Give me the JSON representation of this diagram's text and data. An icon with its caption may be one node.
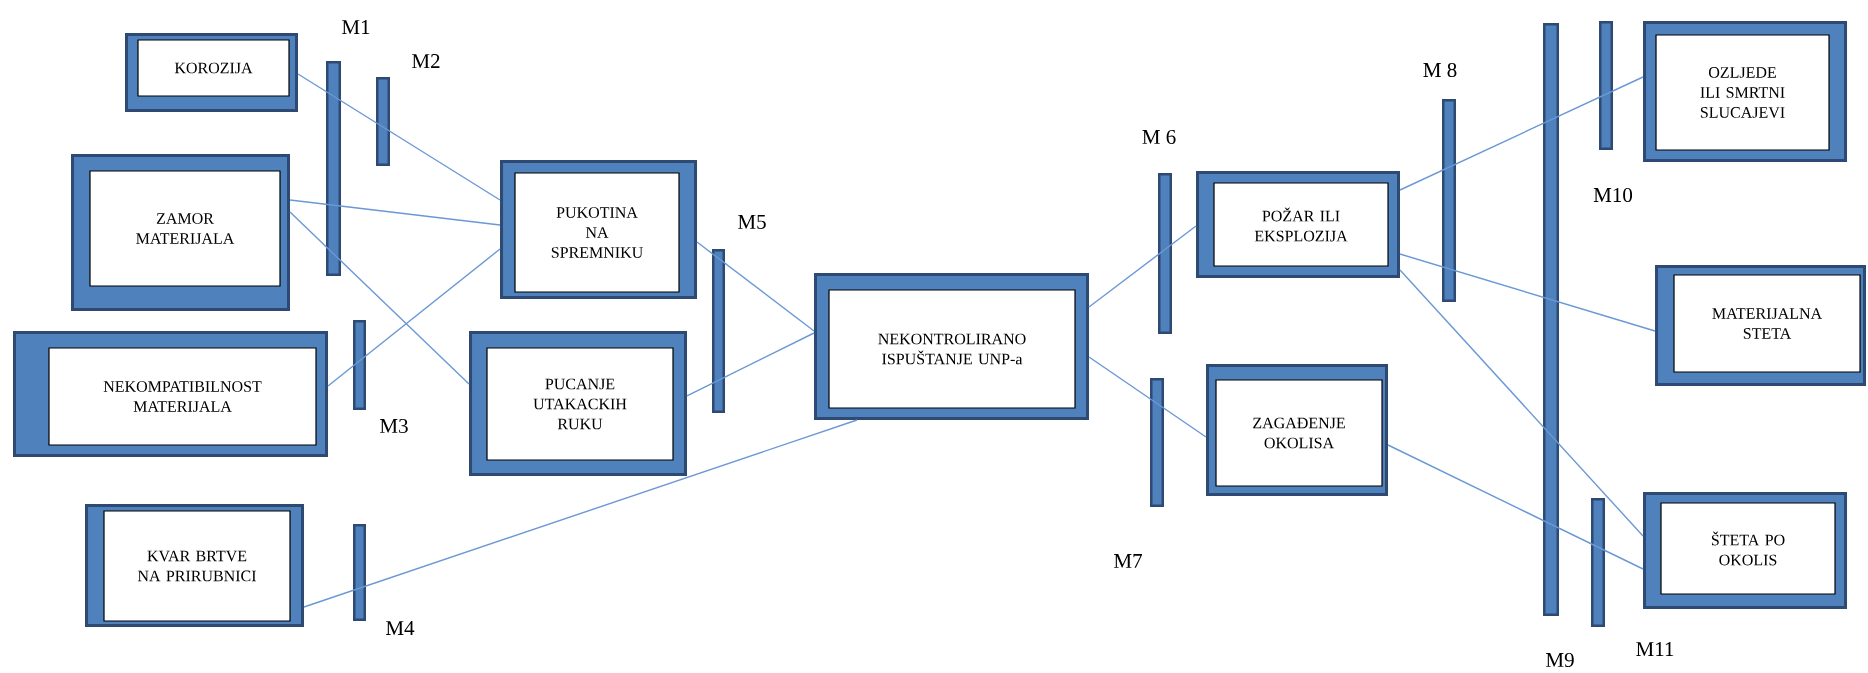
{
  "diagram": {
    "nodes": [
      {
        "text": [
          "KOROZIJA"
        ]
      },
      {
        "text": [
          "ZAMOR MATERIJALA"
        ]
      },
      {
        "text": [
          "NEKOMPATIBILNOST MATERIJALA"
        ]
      },
      {
        "text": [
          "KVAR BRTVE NA PRIRUBNICI"
        ]
      },
      {
        "text": [
          "PUKOTINA NA SPREMNIKU"
        ]
      },
      {
        "text": [
          "PUCANJE UTAKACKIH RUKU"
        ]
      },
      {
        "text": [
          "NEKONTROLIRANO ISPUŠTANJE UNP-a"
        ]
      },
      {
        "text": [
          "POŽAR ILI EKSPLOZIJA"
        ]
      },
      {
        "text": [
          "ZAGAĐENJE OKOLISA"
        ]
      },
      {
        "text": [
          "OZLJEDE ILI SMRTNI SLUCAJEVI"
        ]
      },
      {
        "text": [
          "MATERIJALNA STETA"
        ]
      },
      {
        "text": [
          "ŠTETA PO OKOLIS"
        ]
      },
      {
        "text": [],
        "shape": "bar",
        "beside": [
          "M1"
        ]
      },
      {
        "text": [],
        "shape": "bar",
        "beside": [
          "M2"
        ]
      },
      {
        "text": [],
        "shape": "bar",
        "beside": [
          "M3"
        ]
      },
      {
        "text": [],
        "shape": "bar",
        "beside": [
          "M4"
        ]
      },
      {
        "text": [],
        "shape": "bar",
        "beside": [
          "M5"
        ]
      },
      {
        "text": [],
        "shape": "bar",
        "beside": [
          "M 6"
        ]
      },
      {
        "text": [],
        "shape": "bar",
        "beside": [
          "M7"
        ]
      },
      {
        "text": [],
        "shape": "bar",
        "beside": [
          "M 8"
        ]
      },
      {
        "text": [],
        "shape": "bar",
        "beside": [
          "M9"
        ]
      },
      {
        "text": [],
        "shape": "bar",
        "beside": [
          "M10"
        ]
      },
      {
        "text": [],
        "shape": "bar",
        "beside": [
          "M11"
        ]
      }
    ],
    "edges": [
      {
        "from": 0,
        "to": 4,
        "arrow": "none"
      },
      {
        "from": 1,
        "to": 4,
        "arrow": "none"
      },
      {
        "from": 1,
        "to": 5,
        "arrow": "none"
      },
      {
        "from": 2,
        "to": 4,
        "arrow": "none"
      },
      {
        "from": 3,
        "to": 6,
        "arrow": "none"
      },
      {
        "from": 4,
        "to": 6,
        "arrow": "none"
      },
      {
        "from": 5,
        "to": 6,
        "arrow": "none"
      },
      {
        "from": 6,
        "to": 7,
        "arrow": "none"
      },
      {
        "from": 6,
        "to": 8,
        "arrow": "none"
      },
      {
        "from": 7,
        "to": 9,
        "arrow": "none"
      },
      {
        "from": 7,
        "to": 10,
        "arrow": "none"
      },
      {
        "from": 7,
        "to": 11,
        "arrow": "none"
      },
      {
        "from": 8,
        "to": 11,
        "arrow": "none"
      }
    ]
  }
}
